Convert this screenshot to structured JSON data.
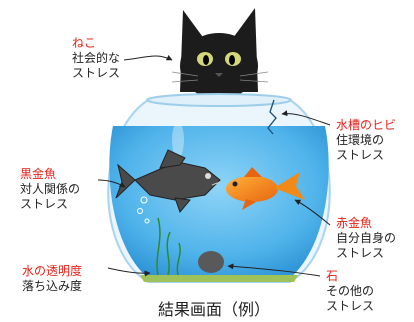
{
  "labels": {
    "cat": {
      "title": "ねこ",
      "line1": "社会的な",
      "line2": "ストレス"
    },
    "crack": {
      "title": "水槽のヒビ",
      "line1": "住環境の",
      "line2": "ストレス"
    },
    "black_fish": {
      "title": "黒金魚",
      "line1": "対人関係の",
      "line2": "ストレス"
    },
    "red_fish": {
      "title": "赤金魚",
      "line1": "自分自身の",
      "line2": "ストレス"
    },
    "water": {
      "title": "水の透明度",
      "line1": "落ち込み度"
    },
    "stone": {
      "title": "石",
      "line1": "その他の",
      "line2": "ストレス"
    }
  },
  "caption": "結果画面（例）",
  "colors": {
    "accent_red": "#e2231a",
    "water": "#4fb3ea",
    "bowl_rim": "#cfe7f7",
    "sand": "#9ec15a",
    "black_fish": "#4a4a4a",
    "red_fish": "#f28a1a"
  }
}
